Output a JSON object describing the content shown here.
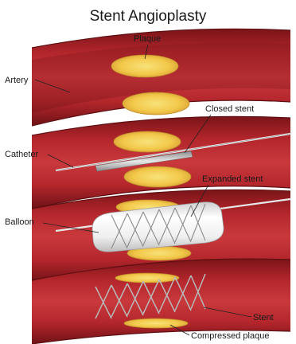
{
  "title": "Stent Angioplasty",
  "labels": {
    "plaque": "Plaque",
    "artery": "Artery",
    "closed_stent": "Closed stent",
    "catheter": "Catheter",
    "expanded_stent": "Expanded stent",
    "balloon": "Balloon",
    "stent": "Stent",
    "compressed_plaque": "Compressed plaque"
  },
  "colors": {
    "artery_outer": "#8e1a1f",
    "artery_inner": "#b3262c",
    "artery_highlight": "#d0474a",
    "plaque_fill": "#f2c84a",
    "plaque_rim": "#e0a93a",
    "stent_grey": "#9a9a9a",
    "balloon_white": "#f2f2f2"
  }
}
